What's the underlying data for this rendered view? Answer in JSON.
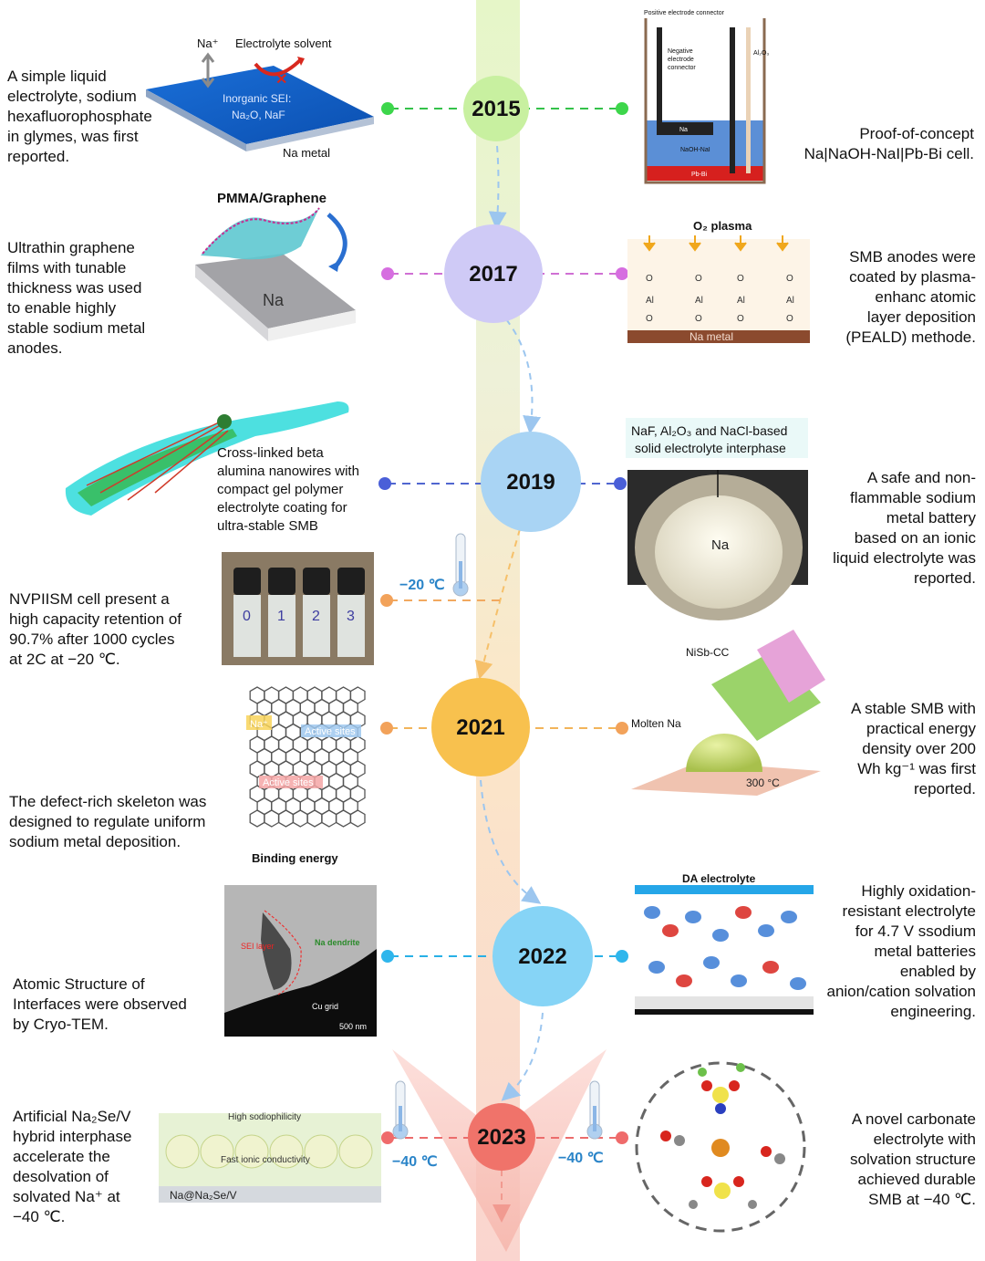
{
  "timeline": {
    "years": [
      "2015",
      "2017",
      "2019",
      "2021",
      "2022",
      "2023"
    ],
    "colors": {
      "2015": "#c8f0a0",
      "2017": "#cfcaf6",
      "2019": "#a9d4f4",
      "2021": "#f8c14e",
      "2022": "#86d4f6",
      "2023": "#f0736a"
    }
  },
  "entries": {
    "e2015_left": "A simple liquid\nelectrolyte, sodium\nhexafluorophosphate\nin glymes, was first\nreported.",
    "e2015_right": "Proof-of-concept\nNa|NaOH-NaI|Pb-Bi cell.",
    "e2017_left": "Ultrathin graphene\nfilms with tunable\nthickness was used\nto enable highly\nstable sodium metal\nanodes.",
    "e2017_right": "SMB anodes were\ncoated by plasma-\nenhanc atomic\nlayer deposition\n(PEALD) methode.",
    "e2019_left": "Cross-linked beta\nalumina nanowires with\ncompact gel polymer\nelectrolyte coating for\nultra-stable SMB",
    "e2019_right": "A safe and non-\nflammable sodium\nmetal battery\nbased on an ionic\nliquid electrolyte was\nreported.",
    "e2020_left": "NVPIISM cell present a\nhigh capacity retention of\n90.7% after 1000 cycles\nat 2C at −20 ℃.",
    "e2021_left": "The defect-rich skeleton was\ndesigned to regulate uniform\nsodium metal deposition.",
    "e2021_right": "A stable SMB with\npractical energy\ndensity over 200\nWh kg⁻¹ was first\nreported.",
    "e2022_left": "Atomic Structure of\nInterfaces were observed\nby Cryo-TEM.",
    "e2022_right": "Highly oxidation-\nresistant electrolyte\nfor 4.7 V ssodium\nmetal batteries\nenabled by\nanion/cation solvation\nengineering.",
    "e2023_left": "Artificial Na₂Se/V\nhybrid interphase\naccelerate the\ndesolvation of\nsolvated Na⁺ at\n−40 ℃.",
    "e2023_right": "A novel  carbonate\nelectrolyte with\nsolvation structure\nachieved durable\nSMB at −40 ℃."
  },
  "temps": {
    "t2020": "−20 ℃",
    "t2023_left": "−40 ℃",
    "t2023_right": "−40 ℃"
  },
  "figure_labels": {
    "na_plus": "Na⁺",
    "electrolyte_solvent": "Electrolyte solvent",
    "inorganic_sei": "Inorganic SEI:\nNa₂O, NaF",
    "na_metal": "Na metal",
    "positive_connector": "Positive electrode connector",
    "negative_connector": "Negative\nelectrode\nconnector",
    "al2o3": "Al₂O₃",
    "na": "Na",
    "naoh_nai": "NaOH-NaI",
    "pb_bi": "Pb-Bi",
    "pmma_graphene": "PMMA/Graphene",
    "na_block": "Na",
    "o2_plasma": "O₂ plasma",
    "na_metal_2017": "Na metal",
    "naf_sei": "NaF, Al₂O₃ and NaCl-based\nsolid electrolyte interphase",
    "na_dome": "Na",
    "vials": [
      "0",
      "1",
      "2",
      "3"
    ],
    "na_plus_2021": "Na⁺",
    "active_sites_1": "Active sites",
    "active_sites_2": "Active sites",
    "binding_energy": "Binding energy",
    "nisb_cc": "NiSb-CC",
    "molten_na": "Molten Na",
    "temp_300": "300 °C",
    "sei_layer": "SEI layer",
    "na_dendrite": "Na dendrite",
    "cu_grid": "Cu grid",
    "scale_500": "500 nm",
    "da_electrolyte": "DA electrolyte",
    "high_sodiophilicity": "High sodiophilicity",
    "fast_ionic": "Fast ionic conductivity",
    "na_na2se_v": "Na@Na₂Se/V"
  }
}
